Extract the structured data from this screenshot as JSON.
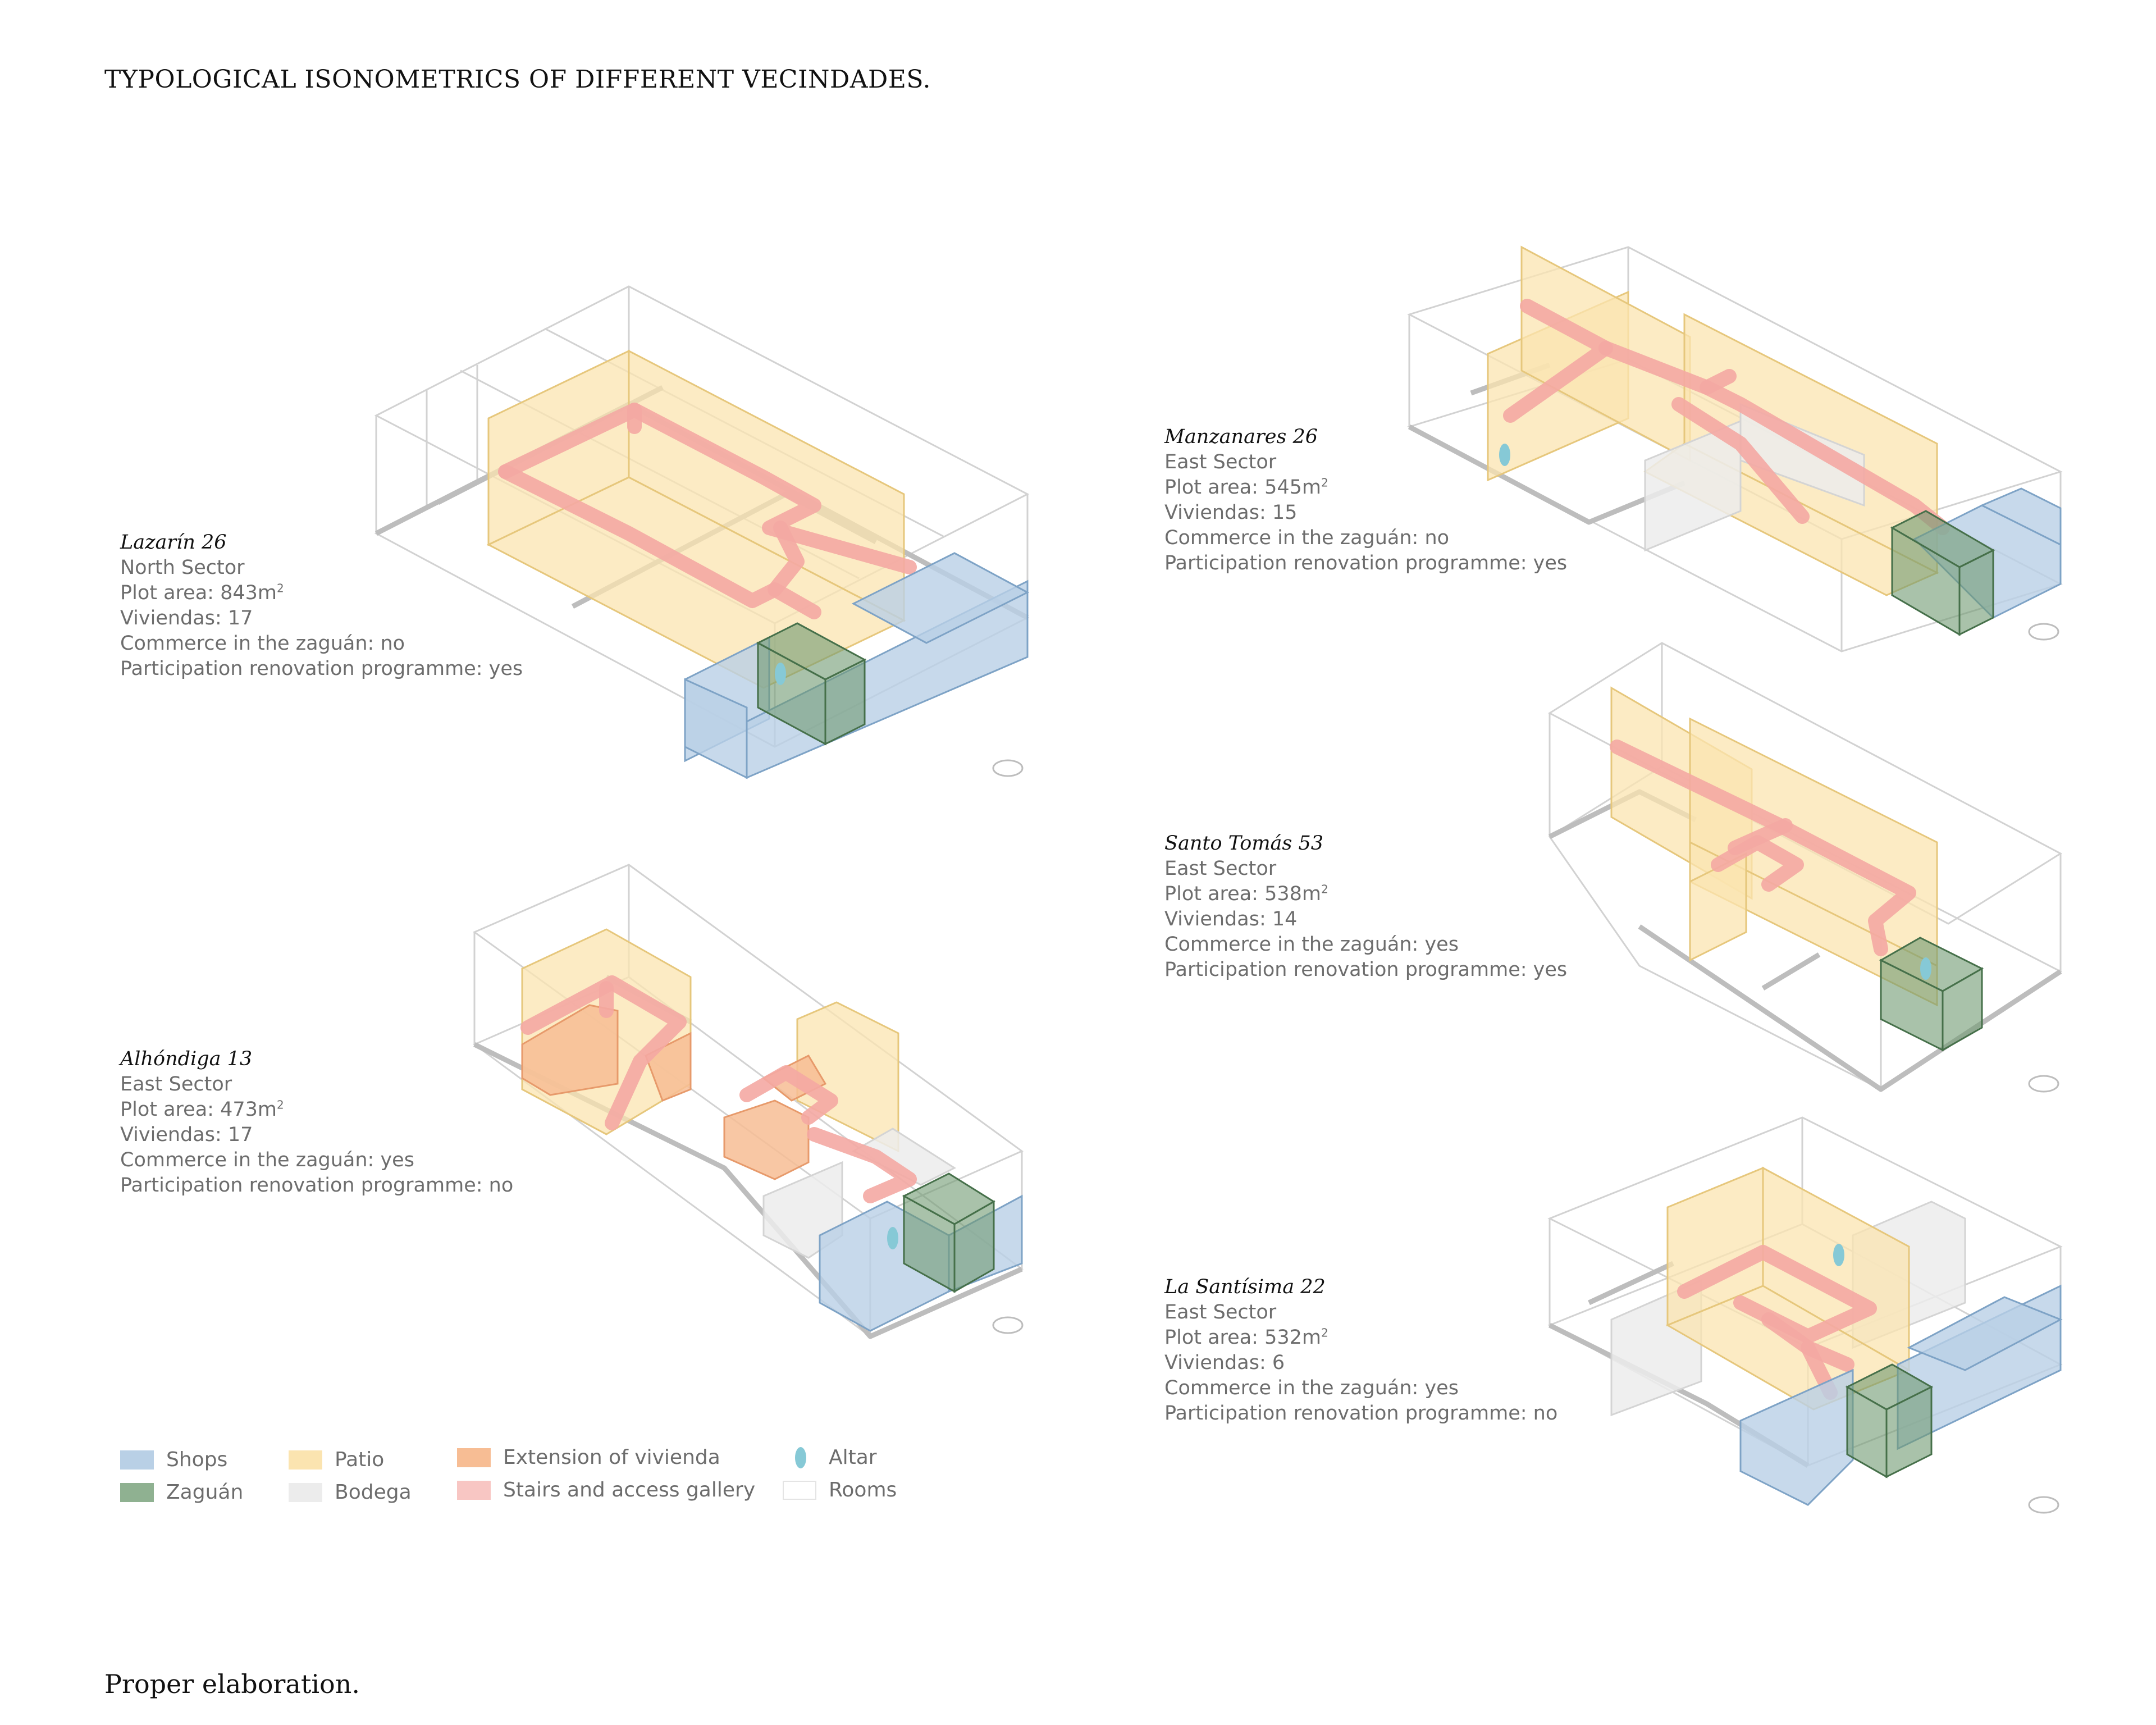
{
  "title": "TYPOLOGICAL ISONOMETRICS OF DIFFERENT VECINDADES.",
  "footer": "Proper elaboration.",
  "plot_area_label": "Plot area: ",
  "plot_area_unit": "m",
  "plot_area_sup": "2",
  "colors": {
    "shops": "#b9d0e6",
    "zaguan": "#6f9a72",
    "patio": "#fbe4b0",
    "bodega": "#ececec",
    "extension": "#f7bd94",
    "stairs": "#f4a8a3",
    "altar": "#86c9d6",
    "rooms": "#ffffff",
    "line": "#c9c9c9"
  },
  "buildings": [
    {
      "name": "Lazarín 26",
      "sector": "North Sector",
      "area": "843",
      "viviendas": "Viviendas: 17",
      "commerce": "Commerce in the zaguán: no",
      "participation": "Participation renovation programme: yes"
    },
    {
      "name": "Manzanares 26",
      "sector": "East Sector",
      "area": "545",
      "viviendas": "Viviendas: 15",
      "commerce": "Commerce in the zaguán: no",
      "participation": "Participation renovation programme: yes"
    },
    {
      "name": "Santo Tomás 53",
      "sector": "East Sector",
      "area": "538",
      "viviendas": "Viviendas: 14",
      "commerce": "Commerce in the zaguán: yes",
      "participation": "Participation renovation programme: yes"
    },
    {
      "name": "Alhóndiga 13",
      "sector": "East Sector",
      "area": "473",
      "viviendas": "Viviendas: 17",
      "commerce": "Commerce in the zaguán: yes",
      "participation": "Participation renovation programme: no"
    },
    {
      "name": "La Santísima 22",
      "sector": "East Sector",
      "area": "532",
      "viviendas": "Viviendas: 6",
      "commerce": "Commerce in the zaguán: yes",
      "participation": "Participation renovation programme: no"
    }
  ],
  "legend": {
    "shops": "Shops",
    "zaguan": "Zaguán",
    "patio": "Patio",
    "bodega": "Bodega",
    "extension": "Extension of vivienda",
    "stairs": "Stairs and access gallery",
    "altar": "Altar",
    "rooms": "Rooms"
  }
}
